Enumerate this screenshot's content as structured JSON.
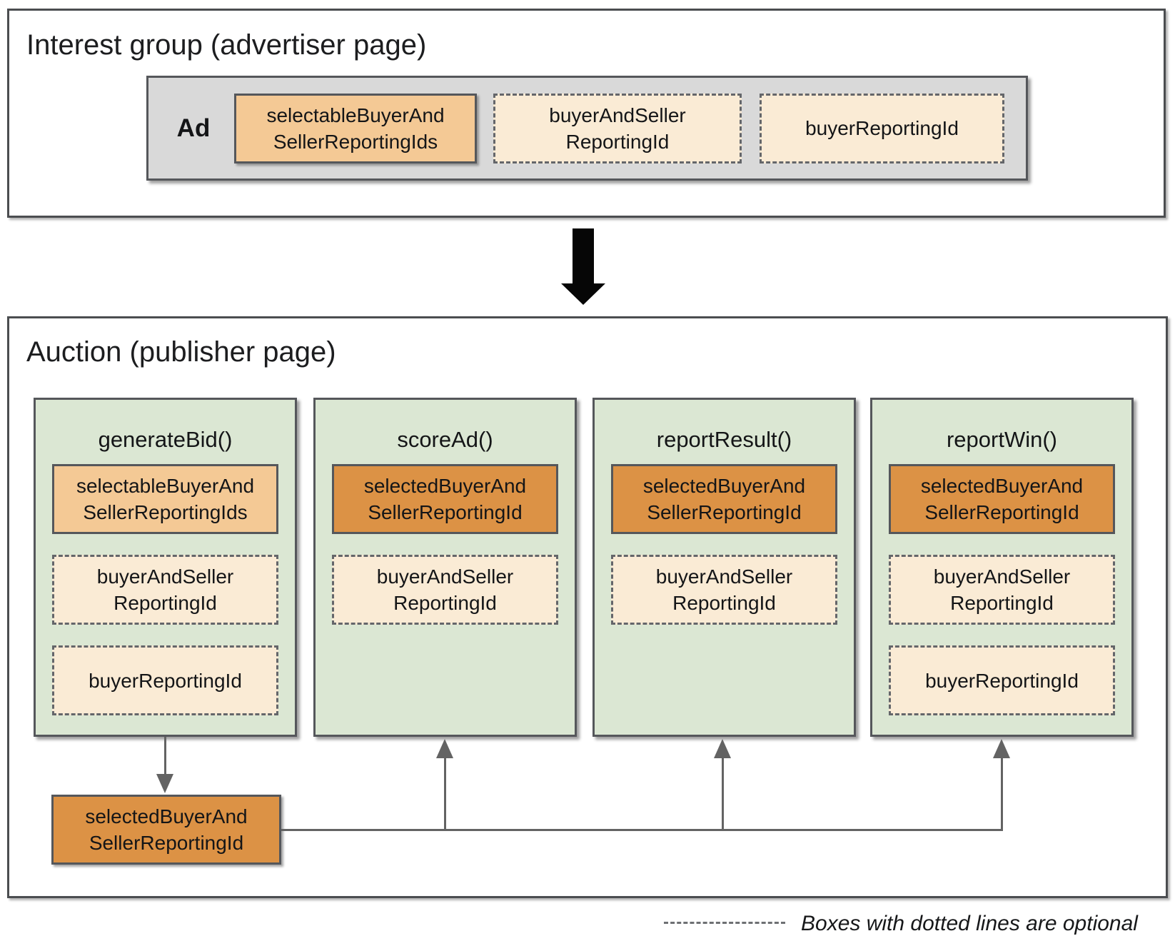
{
  "interest_group": {
    "title": "Interest group (advertiser page)",
    "ad_label": "Ad",
    "boxes": [
      {
        "name": "selectableBuyerAndSellerReportingIds",
        "lines": [
          "selectableBuyerAnd",
          "SellerReportingIds"
        ],
        "optional": false
      },
      {
        "name": "buyerAndSellerReportingId",
        "lines": [
          "buyerAndSeller",
          "ReportingId"
        ],
        "optional": true
      },
      {
        "name": "buyerReportingId",
        "lines": [
          "buyerReportingId"
        ],
        "optional": true
      }
    ]
  },
  "auction": {
    "title": "Auction (publisher page)",
    "functions": [
      {
        "name": "generateBid()",
        "boxes": [
          {
            "name": "selectableBuyerAndSellerReportingIds",
            "lines": [
              "selectableBuyerAnd",
              "SellerReportingIds"
            ],
            "optional": false
          },
          {
            "name": "buyerAndSellerReportingId",
            "lines": [
              "buyerAndSeller",
              "ReportingId"
            ],
            "optional": true
          },
          {
            "name": "buyerReportingId",
            "lines": [
              "buyerReportingId"
            ],
            "optional": true
          }
        ]
      },
      {
        "name": "scoreAd()",
        "boxes": [
          {
            "name": "selectedBuyerAndSellerReportingId",
            "lines": [
              "selectedBuyerAnd",
              "SellerReportingId"
            ],
            "optional": false
          },
          {
            "name": "buyerAndSellerReportingId",
            "lines": [
              "buyerAndSeller",
              "ReportingId"
            ],
            "optional": true
          }
        ]
      },
      {
        "name": "reportResult()",
        "boxes": [
          {
            "name": "selectedBuyerAndSellerReportingId",
            "lines": [
              "selectedBuyerAnd",
              "SellerReportingId"
            ],
            "optional": false
          },
          {
            "name": "buyerAndSellerReportingId",
            "lines": [
              "buyerAndSeller",
              "ReportingId"
            ],
            "optional": true
          }
        ]
      },
      {
        "name": "reportWin()",
        "boxes": [
          {
            "name": "selectedBuyerAndSellerReportingId",
            "lines": [
              "selectedBuyerAnd",
              "SellerReportingId"
            ],
            "optional": false
          },
          {
            "name": "buyerAndSellerReportingId",
            "lines": [
              "buyerAndSeller",
              "ReportingId"
            ],
            "optional": true
          },
          {
            "name": "buyerReportingId",
            "lines": [
              "buyerReportingId"
            ],
            "optional": true
          }
        ]
      }
    ],
    "output_box": {
      "name": "selectedBuyerAndSellerReportingId",
      "lines": [
        "selectedBuyerAnd",
        "SellerReportingId"
      ]
    }
  },
  "legend": {
    "text": "Boxes with dotted lines are optional"
  },
  "colors": {
    "selectable_light_orange": "#f4c995",
    "selected_dark_orange": "#dc9245",
    "optional_cream": "#faebd5",
    "function_green": "#dbe7d3",
    "ad_container_gray": "#d9d9d9",
    "border_dark": "#55575b",
    "connector_gray": "#636363",
    "flow_arrow_black": "#060606"
  }
}
